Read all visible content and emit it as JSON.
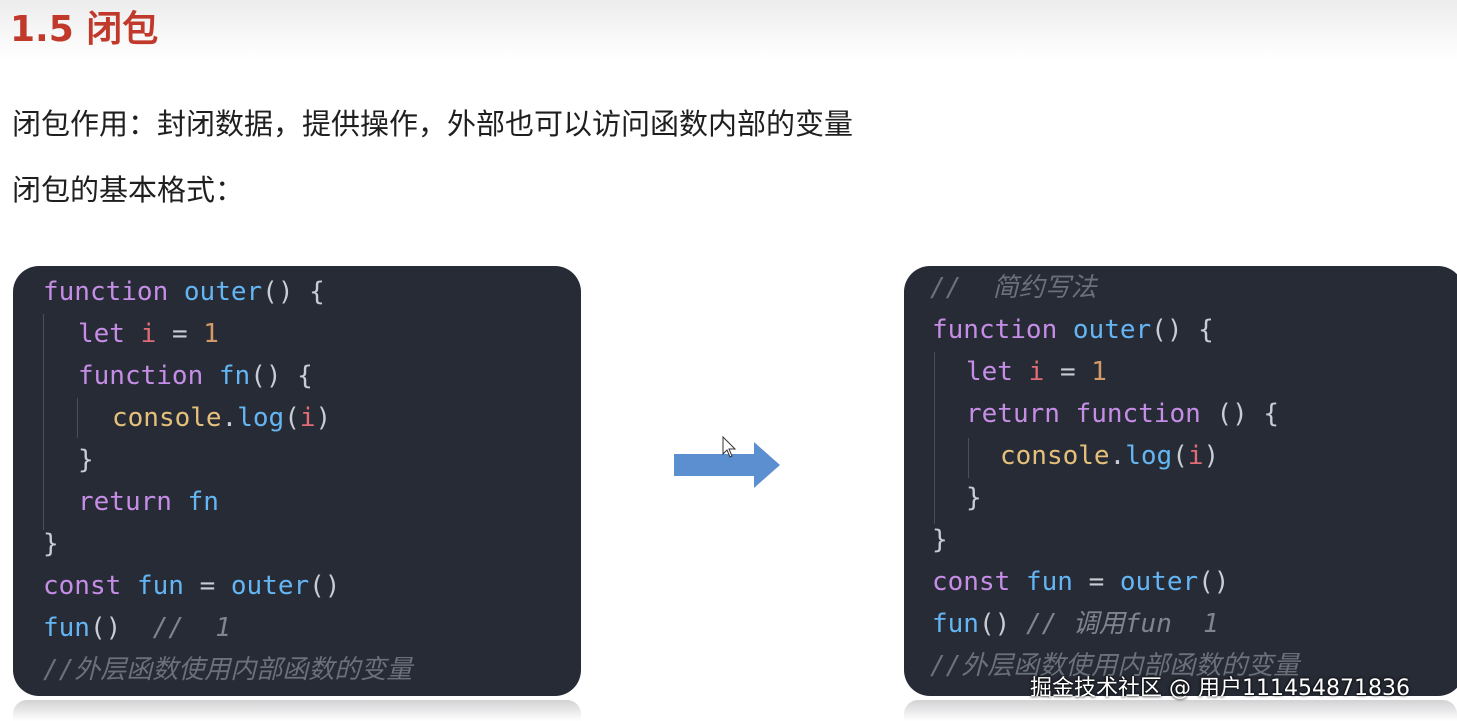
{
  "title": "1.5 闭包",
  "paragraphs": {
    "purpose": "闭包作用：封闭数据，提供操作，外部也可以访问函数内部的变量",
    "format": "闭包的基本格式："
  },
  "left_code": {
    "l1_kw": "function",
    "l1_fn": "outer",
    "l1_rest": "() {",
    "l2_kw": "let",
    "l2_var": "i",
    "l2_op": "=",
    "l2_num": "1",
    "l3_kw": "function",
    "l3_fn": "fn",
    "l3_rest": "() {",
    "l4_obj": "console",
    "l4_dot": ".",
    "l4_fn": "log",
    "l4_open": "(",
    "l4_var": "i",
    "l4_close": ")",
    "l5_brace": "}",
    "l6_kw": "return",
    "l6_fn": "fn",
    "l7_brace": "}",
    "l8_kw": "const",
    "l8_var": "fun",
    "l8_op": "=",
    "l8_fn": "outer",
    "l8_rest": "()",
    "l9_fn": "fun",
    "l9_rest": "()",
    "l9_cmt": "//  1",
    "l10_cmt": "//外层函数使用内部函数的变量"
  },
  "right_code": {
    "l0_cmt": "//  简约写法",
    "l1_kw": "function",
    "l1_fn": "outer",
    "l1_rest": "() {",
    "l2_kw": "let",
    "l2_var": "i",
    "l2_op": "=",
    "l2_num": "1",
    "l3_kw1": "return",
    "l3_kw2": "function",
    "l3_rest": "() {",
    "l4_obj": "console",
    "l4_dot": ".",
    "l4_fn": "log",
    "l4_open": "(",
    "l4_var": "i",
    "l4_close": ")",
    "l5_brace": "}",
    "l6_brace": "}",
    "l7_kw": "const",
    "l7_var": "fun",
    "l7_op": "=",
    "l7_fn": "outer",
    "l7_rest": "()",
    "l8_fn": "fun",
    "l8_rest": "()",
    "l8_cmt": "// 调用fun  1",
    "l9_cmt": "//外层函数使用内部函数的变量"
  },
  "arrow_icon": "right-arrow-icon",
  "watermark": "掘金技术社区 @ 用户111454871836",
  "colors": {
    "title": "#c0392b",
    "code_bg": "#272b35",
    "keyword": "#c58de6",
    "function": "#64b5f4",
    "variable": "#e06c75",
    "number": "#d19a66",
    "object": "#e5c07b",
    "comment": "#7f848e",
    "arrow": "#5b8fd0"
  }
}
